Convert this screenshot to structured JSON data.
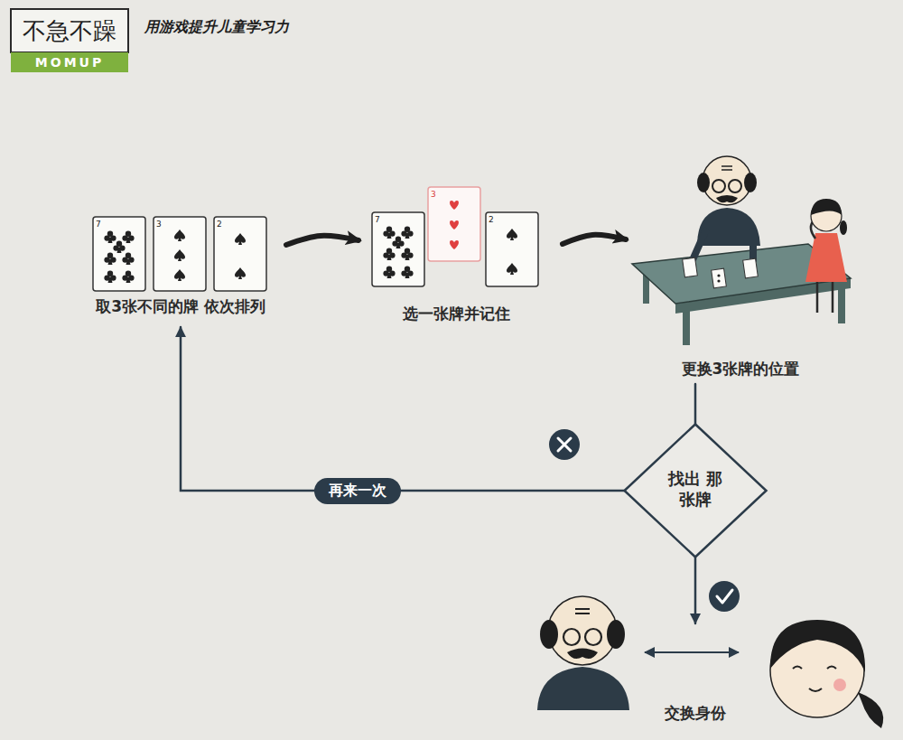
{
  "diagram": {
    "title": "用游戏提升儿童学习力",
    "nodes": [
      {
        "text": [
          "取3张不同的牌 依次排列"
        ]
      },
      {
        "text": [
          "选一张牌并记住"
        ]
      },
      {
        "text": [
          "更换3张牌的位置"
        ]
      },
      {
        "text": [
          "找出 那张牌"
        ]
      },
      {
        "text": [
          "交换身份"
        ]
      }
    ],
    "edges": [
      {
        "from": 0,
        "to": 1,
        "arrow": "to"
      },
      {
        "from": 1,
        "to": 2,
        "arrow": "to"
      },
      {
        "from": 2,
        "to": 3,
        "arrow": "none"
      },
      {
        "from": 3,
        "to": 0,
        "label": "再来一次",
        "arrow": "to"
      },
      {
        "from": 3,
        "to": 4,
        "arrow": "to"
      }
    ],
    "labels": [
      "不急不躁",
      "MOMUP",
      "7",
      "3",
      "2",
      "7",
      "3",
      "2"
    ]
  }
}
